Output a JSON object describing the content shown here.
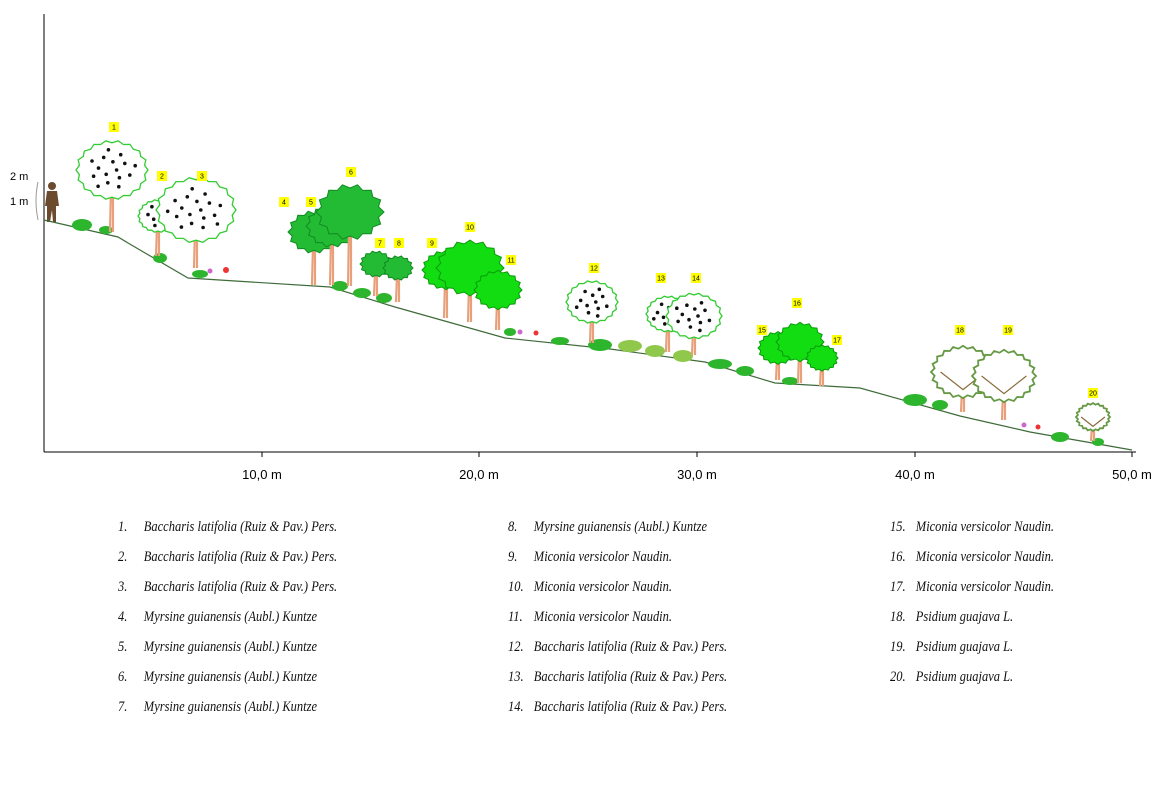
{
  "scale": {
    "label_2m": "2 m",
    "label_1m": "1 m"
  },
  "x_axis": {
    "ticks": [
      "10,0 m",
      "20,0 m",
      "30,0 m",
      "40,0 m",
      "50,0 m"
    ]
  },
  "colors": {
    "ground_line": "#3f6b3a",
    "tag_fill": "#ffff00",
    "baccharis_outline": "#33cc33",
    "myrsine_crown": "#22bb33",
    "miconia_crown": "#11dd11",
    "psidium_outline": "#669944",
    "trunk": "#e8a07a"
  },
  "trees": [
    {
      "num": "1",
      "species": "baccharis"
    },
    {
      "num": "2",
      "species": "baccharis"
    },
    {
      "num": "3",
      "species": "baccharis"
    },
    {
      "num": "4",
      "species": "myrsine"
    },
    {
      "num": "5",
      "species": "myrsine"
    },
    {
      "num": "6",
      "species": "myrsine"
    },
    {
      "num": "7",
      "species": "myrsine"
    },
    {
      "num": "8",
      "species": "myrsine"
    },
    {
      "num": "9",
      "species": "miconia"
    },
    {
      "num": "10",
      "species": "miconia"
    },
    {
      "num": "11",
      "species": "miconia"
    },
    {
      "num": "12",
      "species": "baccharis"
    },
    {
      "num": "13",
      "species": "baccharis"
    },
    {
      "num": "14",
      "species": "baccharis"
    },
    {
      "num": "15",
      "species": "miconia"
    },
    {
      "num": "16",
      "species": "miconia"
    },
    {
      "num": "17",
      "species": "miconia"
    },
    {
      "num": "18",
      "species": "psidium"
    },
    {
      "num": "19",
      "species": "psidium"
    },
    {
      "num": "20",
      "species": "psidium"
    }
  ],
  "legend": {
    "col1": [
      {
        "num": "1.",
        "name": "Baccharis latifolia (Ruiz & Pav.) Pers."
      },
      {
        "num": "2.",
        "name": "Baccharis latifolia (Ruiz & Pav.) Pers."
      },
      {
        "num": "3.",
        "name": "Baccharis latifolia (Ruiz & Pav.) Pers."
      },
      {
        "num": "4.",
        "name": "Myrsine guianensis (Aubl.) Kuntze"
      },
      {
        "num": "5.",
        "name": "Myrsine guianensis (Aubl.) Kuntze"
      },
      {
        "num": "6.",
        "name": "Myrsine guianensis (Aubl.) Kuntze"
      },
      {
        "num": "7.",
        "name": "Myrsine guianensis (Aubl.) Kuntze"
      }
    ],
    "col2": [
      {
        "num": "8.",
        "name": "Myrsine guianensis (Aubl.) Kuntze"
      },
      {
        "num": "9.",
        "name": "Miconia versicolor Naudin."
      },
      {
        "num": "10.",
        "name": "Miconia versicolor Naudin."
      },
      {
        "num": "11.",
        "name": "Miconia versicolor Naudin."
      },
      {
        "num": "12.",
        "name": "Baccharis latifolia (Ruiz & Pav.) Pers."
      },
      {
        "num": "13.",
        "name": "Baccharis latifolia (Ruiz & Pav.) Pers."
      },
      {
        "num": "14.",
        "name": "Baccharis latifolia (Ruiz & Pav.) Pers."
      }
    ],
    "col3": [
      {
        "num": "15.",
        "name": "Miconia versicolor Naudin."
      },
      {
        "num": "16.",
        "name": "Miconia versicolor Naudin."
      },
      {
        "num": "17.",
        "name": "Miconia versicolor Naudin."
      },
      {
        "num": "18.",
        "name": "Psidium guajava L."
      },
      {
        "num": "19.",
        "name": "Psidium guajava L."
      },
      {
        "num": "20.",
        "name": "Psidium guajava L."
      }
    ]
  }
}
